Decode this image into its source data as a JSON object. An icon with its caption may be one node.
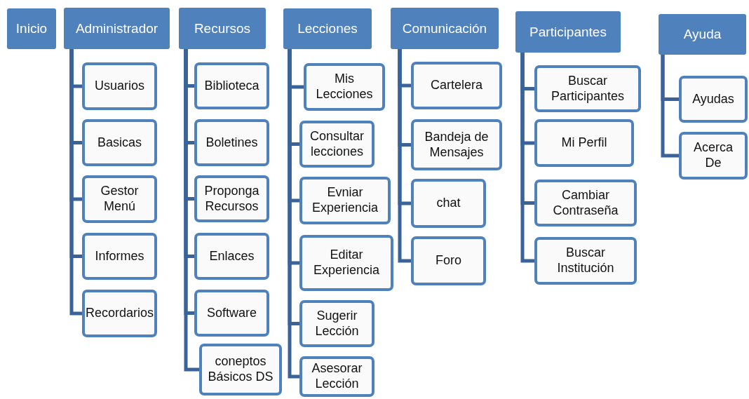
{
  "diagram": {
    "nodes": [
      {
        "text": [
          "Inicio"
        ]
      },
      {
        "text": [
          "Administrador"
        ]
      },
      {
        "text": [
          "Usuarios"
        ]
      },
      {
        "text": [
          "Basicas"
        ]
      },
      {
        "text": [
          "Gestor Menú"
        ]
      },
      {
        "text": [
          "Informes"
        ]
      },
      {
        "text": [
          "Recordarios"
        ]
      },
      {
        "text": [
          "Recursos"
        ]
      },
      {
        "text": [
          "Biblioteca"
        ]
      },
      {
        "text": [
          "Boletines"
        ]
      },
      {
        "text": [
          "Proponga Recursos"
        ]
      },
      {
        "text": [
          "Enlaces"
        ]
      },
      {
        "text": [
          "Software"
        ]
      },
      {
        "text": [
          "coneptos Básicos DS"
        ]
      },
      {
        "text": [
          "Lecciones"
        ]
      },
      {
        "text": [
          "Mis Lecciones"
        ]
      },
      {
        "text": [
          "Consultar lecciones"
        ]
      },
      {
        "text": [
          "Evniar Experiencia"
        ]
      },
      {
        "text": [
          "Editar Experiencia"
        ]
      },
      {
        "text": [
          "Sugerir Lección"
        ]
      },
      {
        "text": [
          "Asesorar Lección"
        ]
      },
      {
        "text": [
          "Comunicación"
        ]
      },
      {
        "text": [
          "Cartelera"
        ]
      },
      {
        "text": [
          "Bandeja de Mensajes"
        ]
      },
      {
        "text": [
          "chat"
        ]
      },
      {
        "text": [
          "Foro"
        ]
      },
      {
        "text": [
          "Participantes"
        ]
      },
      {
        "text": [
          "Buscar Participantes"
        ]
      },
      {
        "text": [
          "Mi Perfil"
        ]
      },
      {
        "text": [
          "Cambiar Contraseña"
        ]
      },
      {
        "text": [
          "Buscar Institución"
        ]
      },
      {
        "text": [
          "Ayuda"
        ]
      },
      {
        "text": [
          "Ayudas"
        ]
      },
      {
        "text": [
          "Acerca De"
        ]
      }
    ],
    "edges": [
      {
        "from": 1,
        "to": 2,
        "arrow": "none"
      },
      {
        "from": 1,
        "to": 3,
        "arrow": "none"
      },
      {
        "from": 1,
        "to": 4,
        "arrow": "none"
      },
      {
        "from": 1,
        "to": 5,
        "arrow": "none"
      },
      {
        "from": 1,
        "to": 6,
        "arrow": "none"
      },
      {
        "from": 7,
        "to": 8,
        "arrow": "none"
      },
      {
        "from": 7,
        "to": 9,
        "arrow": "none"
      },
      {
        "from": 7,
        "to": 10,
        "arrow": "none"
      },
      {
        "from": 7,
        "to": 11,
        "arrow": "none"
      },
      {
        "from": 7,
        "to": 12,
        "arrow": "none"
      },
      {
        "from": 7,
        "to": 13,
        "arrow": "none"
      },
      {
        "from": 14,
        "to": 15,
        "arrow": "none"
      },
      {
        "from": 14,
        "to": 16,
        "arrow": "none"
      },
      {
        "from": 14,
        "to": 17,
        "arrow": "none"
      },
      {
        "from": 14,
        "to": 18,
        "arrow": "none"
      },
      {
        "from": 14,
        "to": 19,
        "arrow": "none"
      },
      {
        "from": 14,
        "to": 20,
        "arrow": "none"
      },
      {
        "from": 21,
        "to": 22,
        "arrow": "none"
      },
      {
        "from": 21,
        "to": 23,
        "arrow": "none"
      },
      {
        "from": 21,
        "to": 24,
        "arrow": "none"
      },
      {
        "from": 21,
        "to": 25,
        "arrow": "none"
      },
      {
        "from": 26,
        "to": 27,
        "arrow": "none"
      },
      {
        "from": 26,
        "to": 28,
        "arrow": "none"
      },
      {
        "from": 26,
        "to": 29,
        "arrow": "none"
      },
      {
        "from": 26,
        "to": 30,
        "arrow": "none"
      },
      {
        "from": 31,
        "to": 32,
        "arrow": "none"
      },
      {
        "from": 31,
        "to": 33,
        "arrow": "none"
      }
    ]
  }
}
